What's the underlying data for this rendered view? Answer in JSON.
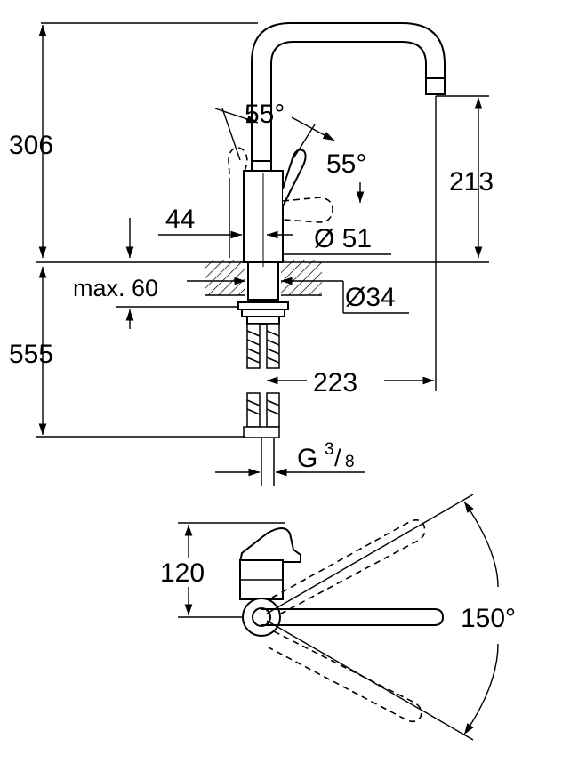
{
  "diagram": {
    "line_color": "#000000",
    "background": "#ffffff",
    "dimensions": {
      "total_height_above_deck": "306",
      "spout_outlet_height": "213",
      "lever_angle_back": "55°",
      "lever_angle_front": "55°",
      "body_width": "44",
      "body_diameter": "Ø 51",
      "deck_thickness": "max. 60",
      "hole_diameter": "Ø34",
      "hose_length": "555",
      "spout_reach": "223",
      "connection_thread_prefix": "G",
      "connection_thread_numerator": "3",
      "connection_thread_denominator": "8",
      "plan_depth": "120",
      "swivel_angle": "150°"
    }
  }
}
